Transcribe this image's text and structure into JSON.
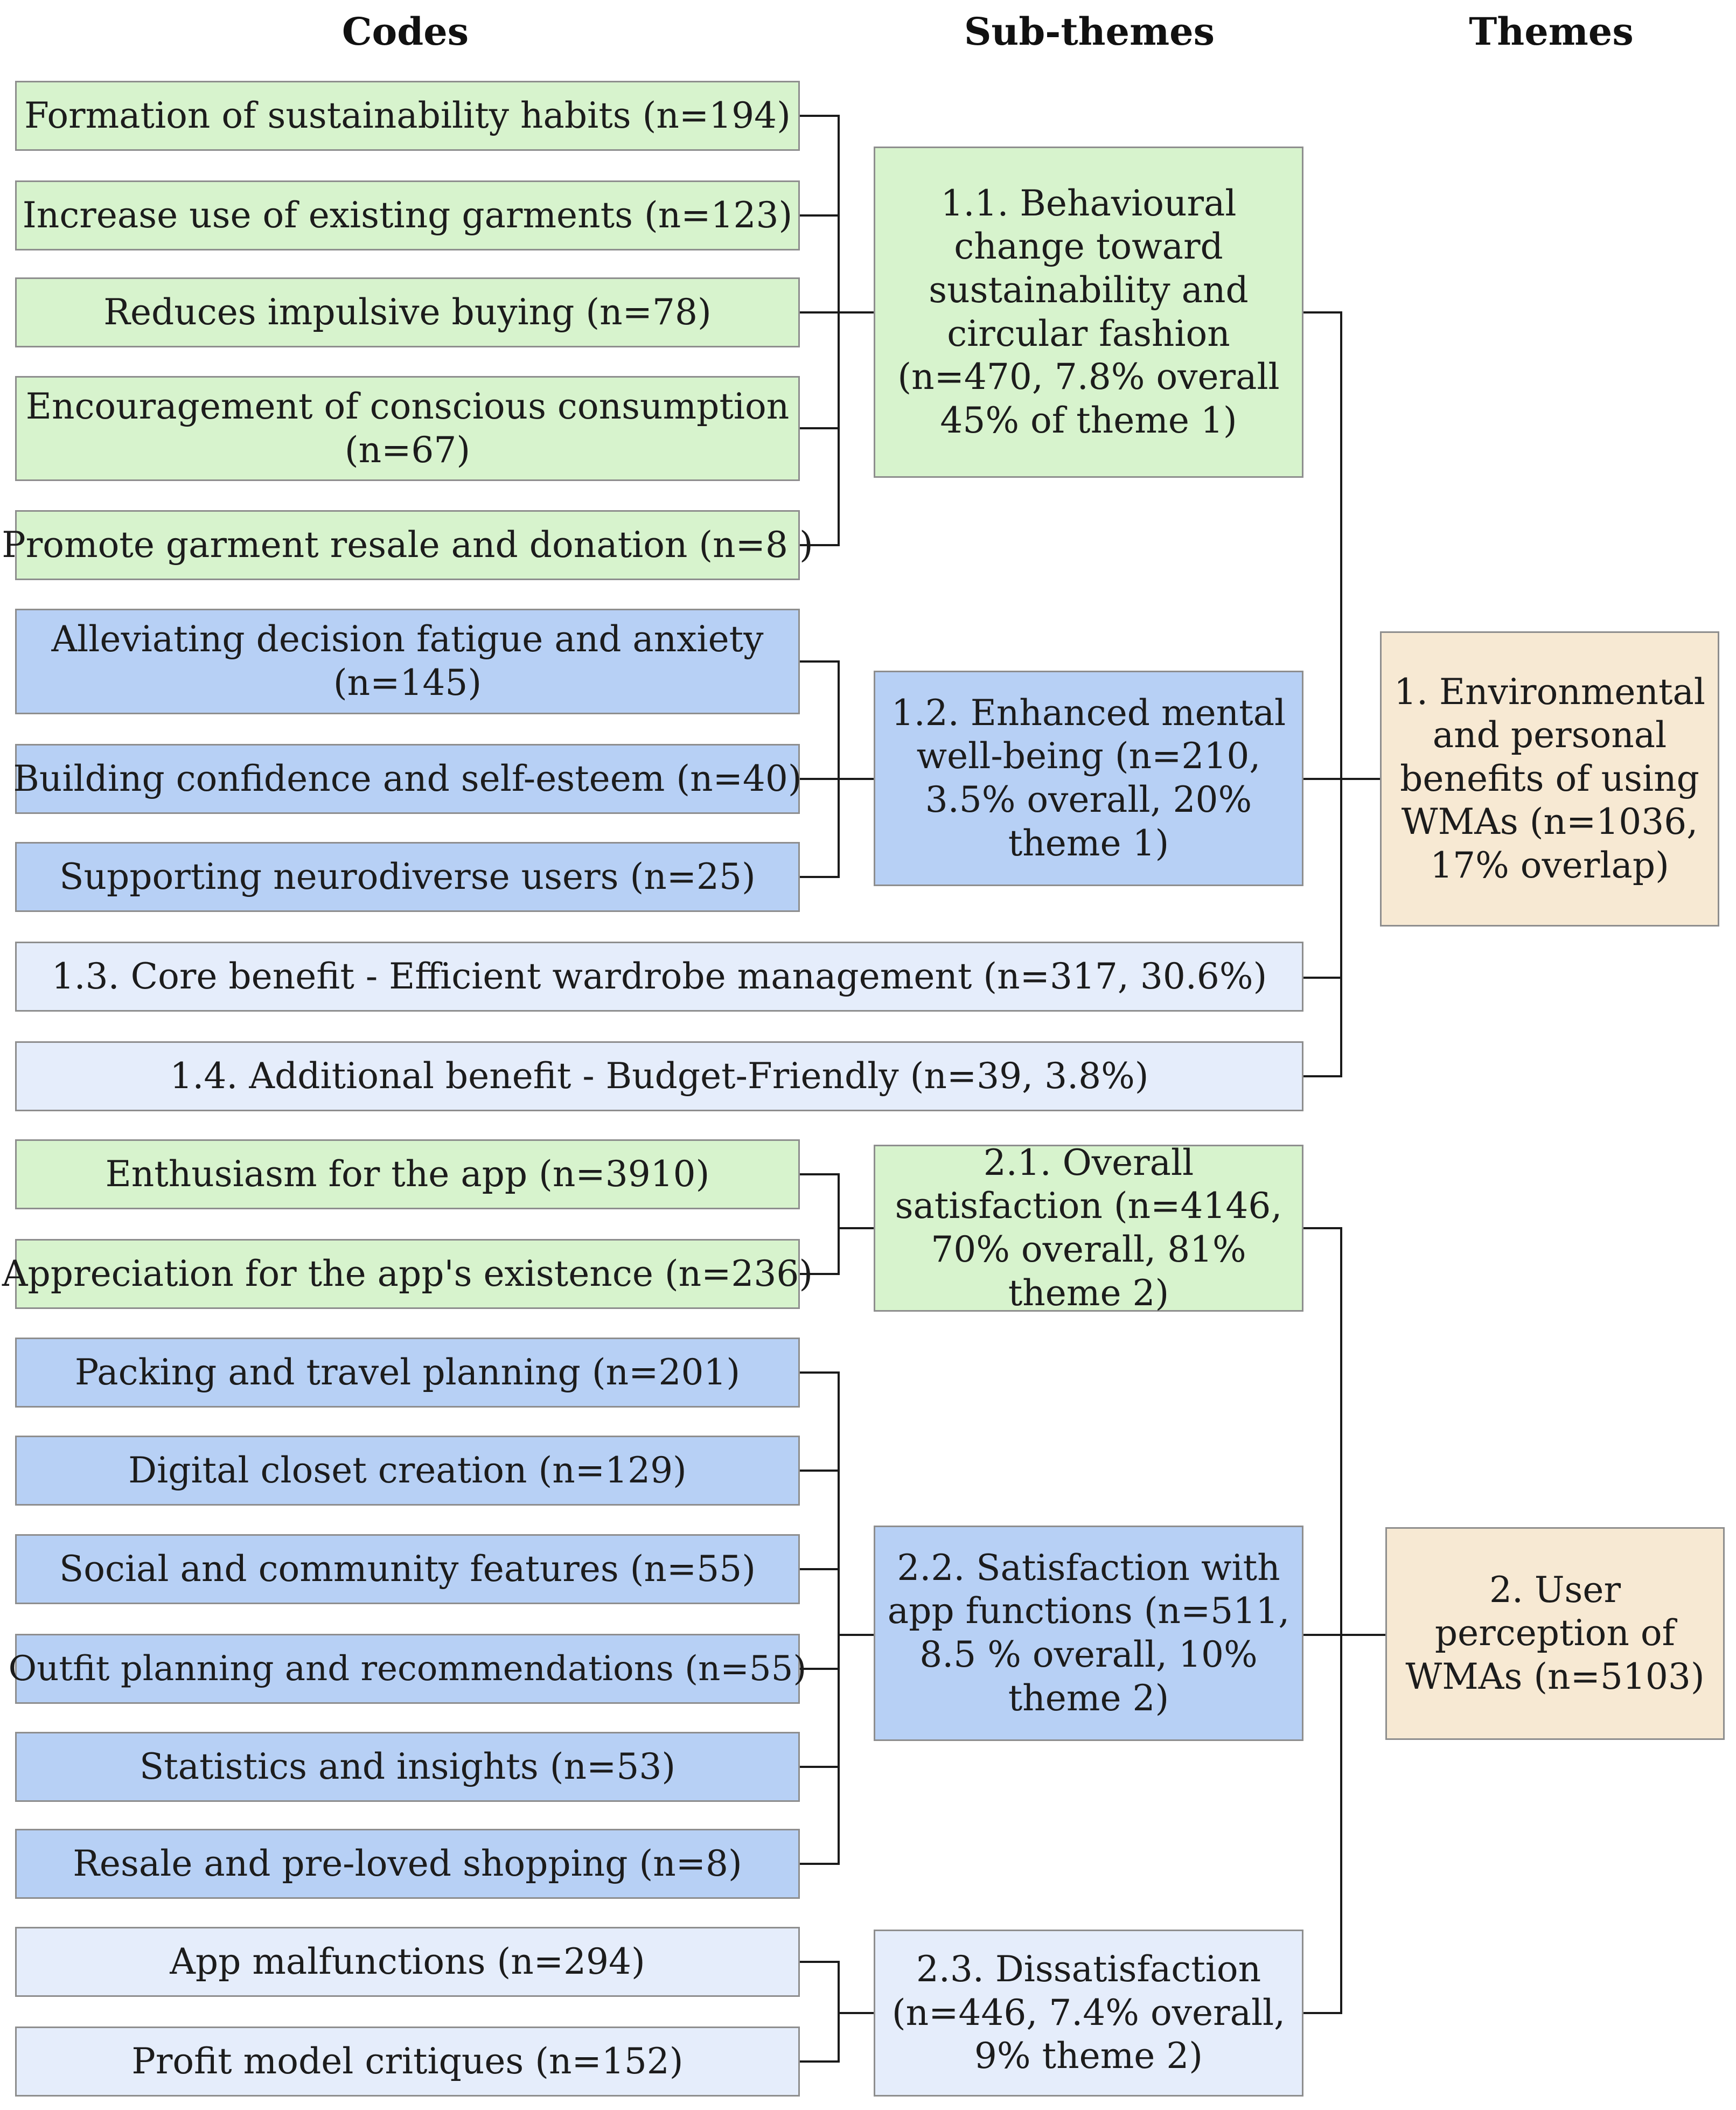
{
  "headers": {
    "codes": "Codes",
    "subthemes": "Sub-themes",
    "themes": "Themes"
  },
  "colors": {
    "green": "#d7f3cd",
    "blue": "#b7d0f5",
    "light_blue": "#e5edfb",
    "tan": "#f7e9d3",
    "border": "#8e8e8e",
    "connector": "#1a1a1a"
  },
  "codes": {
    "c1": "Formation of sustainability habits (n=194)",
    "c2": "Increase use of existing garments (n=123)",
    "c3": "Reduces impulsive buying (n=78)",
    "c4": "Encouragement of conscious consumption (n=67)",
    "c5": "Promote garment resale and donation (n=8 )",
    "c6": "Alleviating decision fatigue and anxiety (n=145)",
    "c7": "Building confidence and self-esteem (n=40)",
    "c8": "Supporting neurodiverse users (n=25)",
    "c9": "Enthusiasm for the app (n=3910)",
    "c10": "Appreciation for the app's existence (n=236)",
    "c11": "Packing and travel planning (n=201)",
    "c12": "Digital closet creation (n=129)",
    "c13": "Social and community features (n=55)",
    "c14": "Outfit planning and recommendations (n=55)",
    "c15": "Statistics and insights (n=53)",
    "c16": "Resale and pre-loved shopping (n=8)",
    "c17": "App malfunctions (n=294)",
    "c18": "Profit model critiques (n=152)"
  },
  "subthemes": {
    "s11": "1.1. Behavioural change toward sustainability and circular fashion (n=470, 7.8% overall 45% of theme 1)",
    "s12": "1.2. Enhanced mental well-being (n=210, 3.5% overall, 20% theme 1)",
    "s13": "1.3. Core benefit - Efficient wardrobe management (n=317, 30.6%)",
    "s14": "1.4. Additional benefit - Budget-Friendly (n=39, 3.8%)",
    "s21": "2.1. Overall satisfaction (n=4146, 70% overall, 81% theme 2)",
    "s22": "2.2. Satisfaction with app functions (n=511, 8.5 % overall, 10% theme 2)",
    "s23": "2.3. Dissatisfaction (n=446, 7.4% overall, 9% theme 2)"
  },
  "themes": {
    "t1": "1. Environmental and personal benefits of using WMAs (n=1036, 17% overlap)",
    "t2": "2. User perception of WMAs (n=5103)"
  }
}
